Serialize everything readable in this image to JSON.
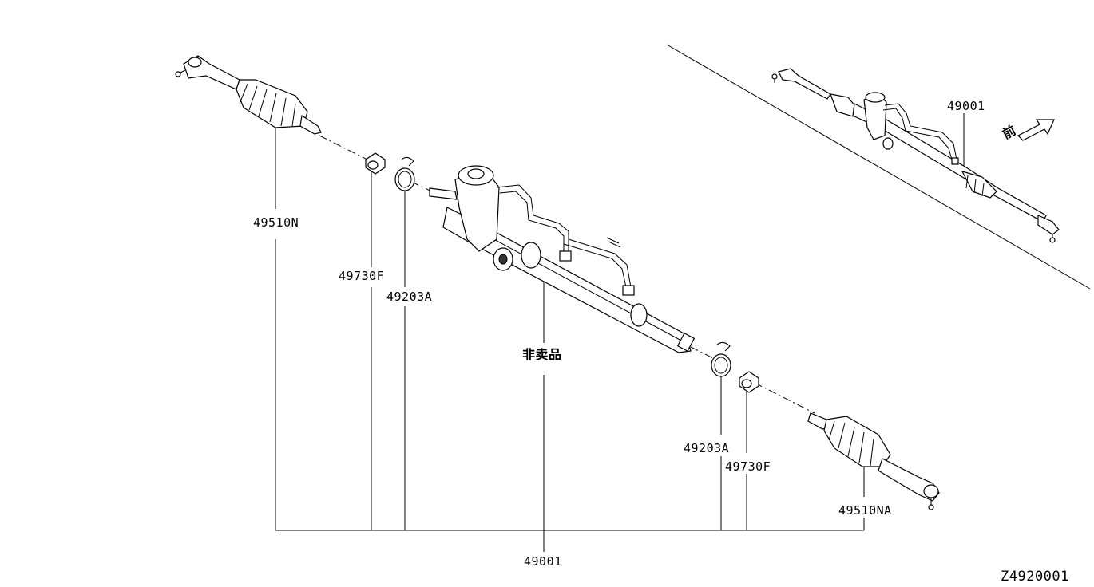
{
  "labels": {
    "outer_tie_rod_left": "49510N",
    "lock_nut_left": "49730F",
    "boot_clamp_left": "49203A",
    "not_sold": "非卖品",
    "boot_clamp_right": "49203A",
    "lock_nut_right": "49730F",
    "outer_tie_rod_right": "49510NA",
    "gear_assembly": "49001",
    "inset_gear_assembly": "49001",
    "front": "前",
    "figure_code": "Z4920001"
  },
  "colors": {
    "line": "#000000",
    "background": "#ffffff"
  },
  "icons": {
    "front_arrow": "front-arrow-icon"
  }
}
